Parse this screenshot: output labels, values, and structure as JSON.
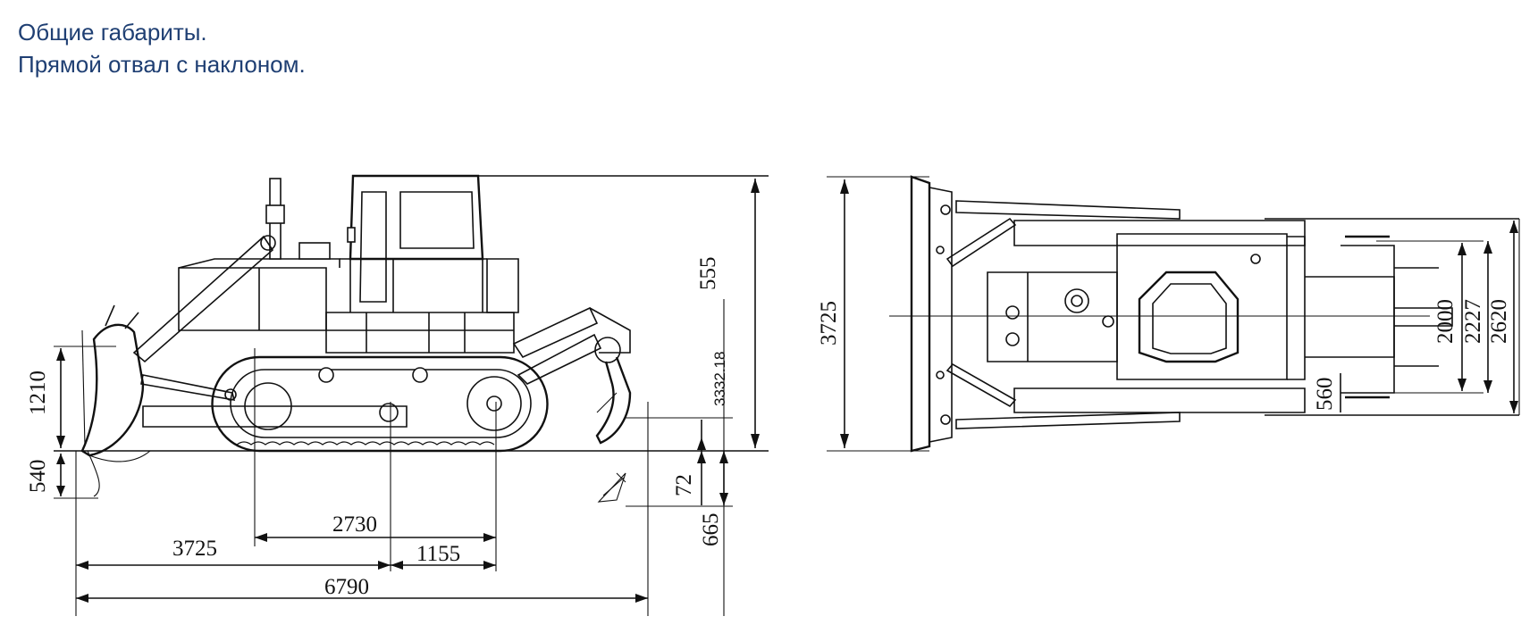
{
  "heading": {
    "line1": "Общие габариты.",
    "line2": "Прямой отвал с наклоном."
  },
  "side_view": {
    "dimensions": {
      "height_total": "555",
      "height_mid": "3332.18",
      "blade_height": "1210",
      "blade_drop": "540",
      "ripper_clearance": "72",
      "ripper_depth": "665",
      "track_base": "2730",
      "front_length": "3725",
      "rear_offset": "1155",
      "overall_length": "6790"
    }
  },
  "top_view": {
    "dimensions": {
      "blade_width": "3725",
      "track_gauge": "2000",
      "inner_width": "2227",
      "outer_width": "2620",
      "shoe_width": "560"
    }
  },
  "colors": {
    "heading": "#1f3f73",
    "line": "#111111"
  }
}
